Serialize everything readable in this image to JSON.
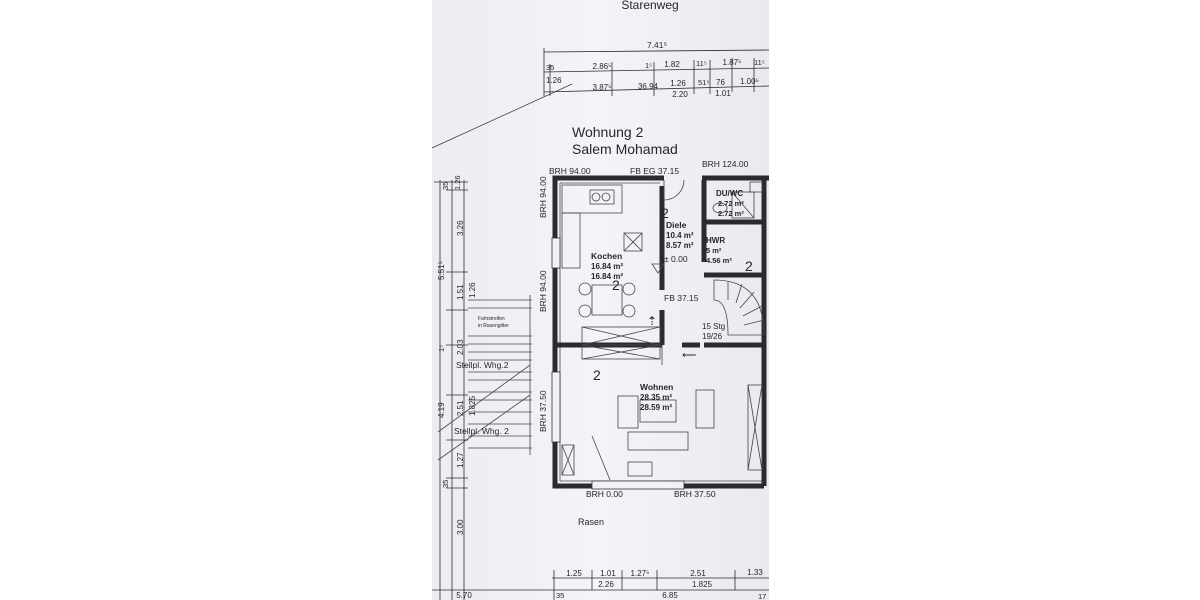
{
  "street": "Starenweg",
  "apartment": {
    "name": "Wohnung 2",
    "owner": "Salem Mohamad"
  },
  "levels": {
    "brh_top_left": "BRH 94.00",
    "fb_eg": "FB EG 37.15",
    "brh_top_right": "BRH 124.00",
    "brh_left_upper": "BRH 94.00",
    "brh_left_mid": "BRH 94.00",
    "brh_left_lower": "BRH 37.50",
    "brh_bottom_left": "BRH 0.00",
    "brh_bottom_right": "BRH 37.50",
    "fb_stair": "FB 37.15",
    "level_dot": "± 0.00"
  },
  "rooms": [
    {
      "id": "kochen",
      "name": "Kochen",
      "area1": "16.84 m²",
      "area2": "16.84 m²"
    },
    {
      "id": "diele",
      "name": "Diele",
      "area1": "10.4 m²",
      "area2": "8.57 m²"
    },
    {
      "id": "duwc",
      "name": "DU/WC",
      "area1": "2.72 m²",
      "area2": "2.72 m²"
    },
    {
      "id": "hwr",
      "name": "HWR",
      "area1": "5 m²",
      "area2": "4.56 m²"
    },
    {
      "id": "wohnen",
      "name": "Wohnen",
      "area1": "28.35 m²",
      "area2": "28.59 m²"
    }
  ],
  "room_marks": [
    "2",
    "2",
    "2",
    "2"
  ],
  "stair": {
    "steps": "15 Stg",
    "ratio": "19/26"
  },
  "outside": {
    "fahrstreifen": "Fahrstreifen",
    "rasengitter": "in Rasengitter",
    "stellplatz_1": "Stellpl. Whg.2",
    "stellplatz_2": "Stellpl. Whg. 2",
    "rasen": "Rasen"
  },
  "dims_top": {
    "total": "7.41⁵",
    "r2_a": "35",
    "r2_b": "2.86⁵",
    "r2_c": "1⁵",
    "r2_d": "1.82",
    "r2_e": "11⁵",
    "r2_f": "1.87⁵",
    "r2_g": "11⁵",
    "r3_a": "1.26",
    "r3_b": "1.26",
    "r3_c": "51⁵",
    "r3_d": "76",
    "r3_e": "1.00⁵",
    "r4_a": "3.87⁵",
    "r4_b": "36.94",
    "r4_c": "2.20",
    "r4_d": "1.01"
  },
  "dims_left": {
    "total": "5.51⁵",
    "a": "35",
    "b": "1.26",
    "c": "3.26",
    "d": "1.51",
    "e": "1.26",
    "f": "2.03",
    "g": "1⁵",
    "h": "4.19",
    "i": "2.51",
    "j": "1.825",
    "k": "1.27",
    "l": "35",
    "m": "3.00"
  },
  "dims_bottom": {
    "a": "1.25",
    "b": "1.01",
    "c": "1.27⁵",
    "d": "2.51",
    "e": "1.33",
    "f": "2.26",
    "g": "1.825",
    "h": "5.70",
    "i": "35",
    "j": "6.85",
    "k": "17"
  }
}
